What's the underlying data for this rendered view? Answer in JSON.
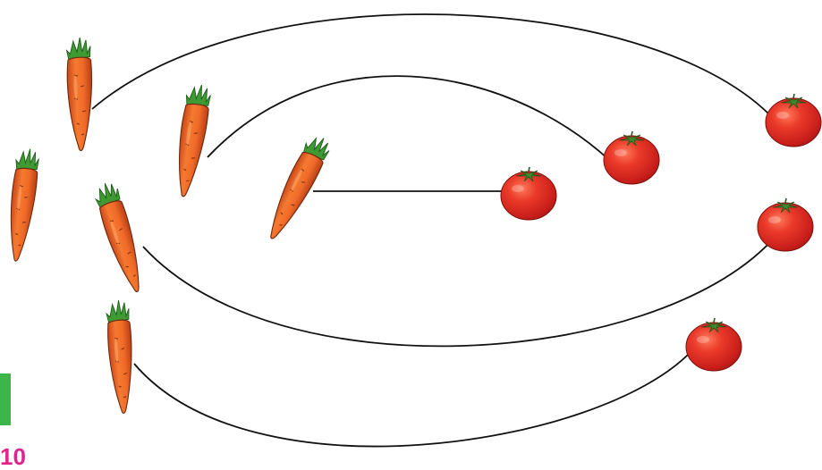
{
  "page": {
    "number": "10",
    "tab_color": "#3cb54a",
    "number_color": "#e0258a"
  },
  "picture": {
    "items": [
      {
        "kind": "carrot",
        "icon": "carrot-icon"
      },
      {
        "kind": "carrot",
        "icon": "carrot-icon"
      },
      {
        "kind": "carrot",
        "icon": "carrot-icon"
      },
      {
        "kind": "carrot",
        "icon": "carrot-icon"
      },
      {
        "kind": "carrot",
        "icon": "carrot-icon"
      },
      {
        "kind": "carrot",
        "icon": "carrot-icon"
      },
      {
        "kind": "tomato",
        "icon": "tomato-icon"
      },
      {
        "kind": "tomato",
        "icon": "tomato-icon"
      },
      {
        "kind": "tomato",
        "icon": "tomato-icon"
      },
      {
        "kind": "tomato",
        "icon": "tomato-icon"
      },
      {
        "kind": "tomato",
        "icon": "tomato-icon"
      }
    ],
    "matching_lines": 5,
    "colors": {
      "carrot": "#f06a28",
      "carrot_leaf": "#3f9a34",
      "tomato": "#e02a22",
      "line": "#111111"
    }
  }
}
